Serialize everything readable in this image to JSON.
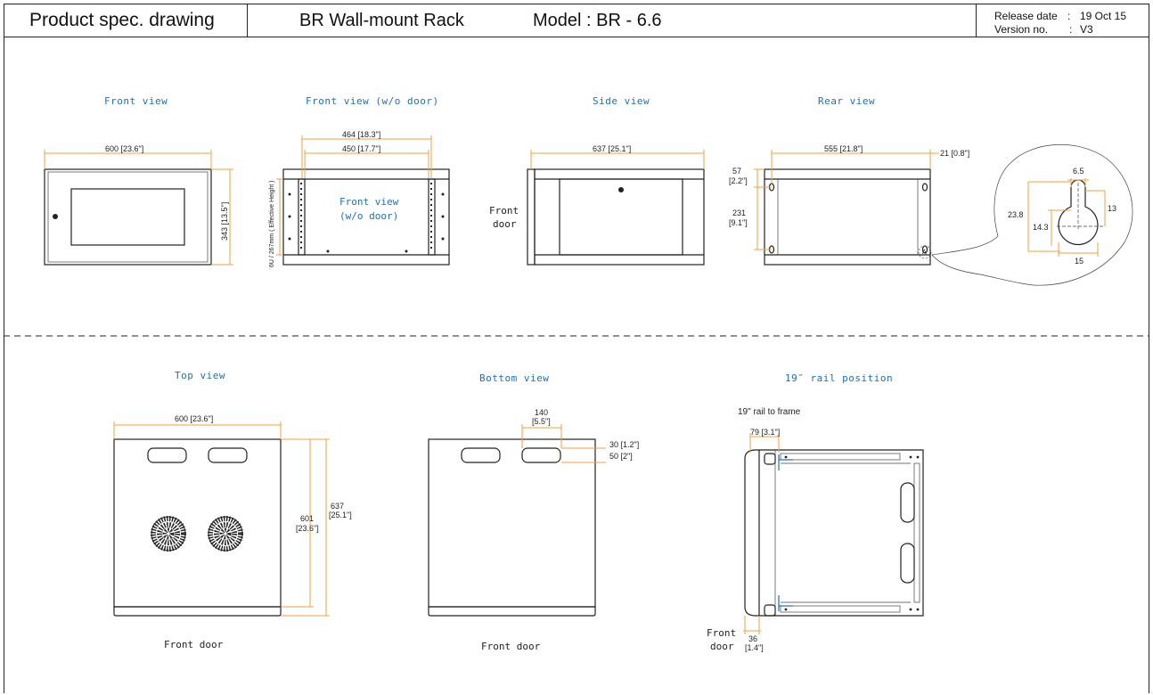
{
  "header": {
    "doc_type": "Product spec. drawing",
    "product_name": "BR Wall-mount Rack",
    "model": "Model : BR - 6.6",
    "release_label": "Release date",
    "release_value": "19 Oct 15",
    "version_label": "Version no.",
    "version_value": "V3",
    "separator": ":"
  },
  "views": {
    "front": "Front view",
    "front_no_door": "Front view (w/o door)",
    "side": "Side view",
    "rear": "Rear view",
    "top": "Top view",
    "bottom": "Bottom view",
    "rail": "19″ rail position"
  },
  "labels": {
    "front_no_door_line1": "Front view",
    "front_no_door_line2": "(w/o door)",
    "front": "Front",
    "door": "door",
    "front_door": "Front door",
    "rail_to_frame": "19\" rail to frame",
    "effective_height": "6U / 267mm ( Effective Height )"
  },
  "dimensions": {
    "front_width": "600 [23.6\"]",
    "front_height": "343 [13.5\"]",
    "nodoor_outer": "464 [18.3\"]",
    "nodoor_inner": "450 [17.7\"]",
    "side_depth": "637 [25.1\"]",
    "rear_width": "555 [21.8\"]",
    "rear_offset": "21 [0.8\"]",
    "rear_top_mm": "57",
    "rear_top_in": "[2.2\"]",
    "rear_hole_mm": "231",
    "rear_hole_in": "[9.1\"]",
    "key_top": "6.5",
    "key_height": "23.8",
    "key_right": "13",
    "key_dia": "14.3",
    "key_bottom": "15",
    "top_width": "600 [23.6\"]",
    "top_inner_mm": "601",
    "top_inner_in": "[23.6\"]",
    "top_depth_mm": "637",
    "top_depth_in": "[25.1\"]",
    "bottom_slot_mm": "140",
    "bottom_slot_in": "[5.5\"]",
    "bottom_30": "30 [1.2\"]",
    "bottom_50": "50 [2\"]",
    "rail_79": "79 [3.1\"]",
    "rail_36_mm": "36",
    "rail_36_in": "[1.4\"]"
  }
}
